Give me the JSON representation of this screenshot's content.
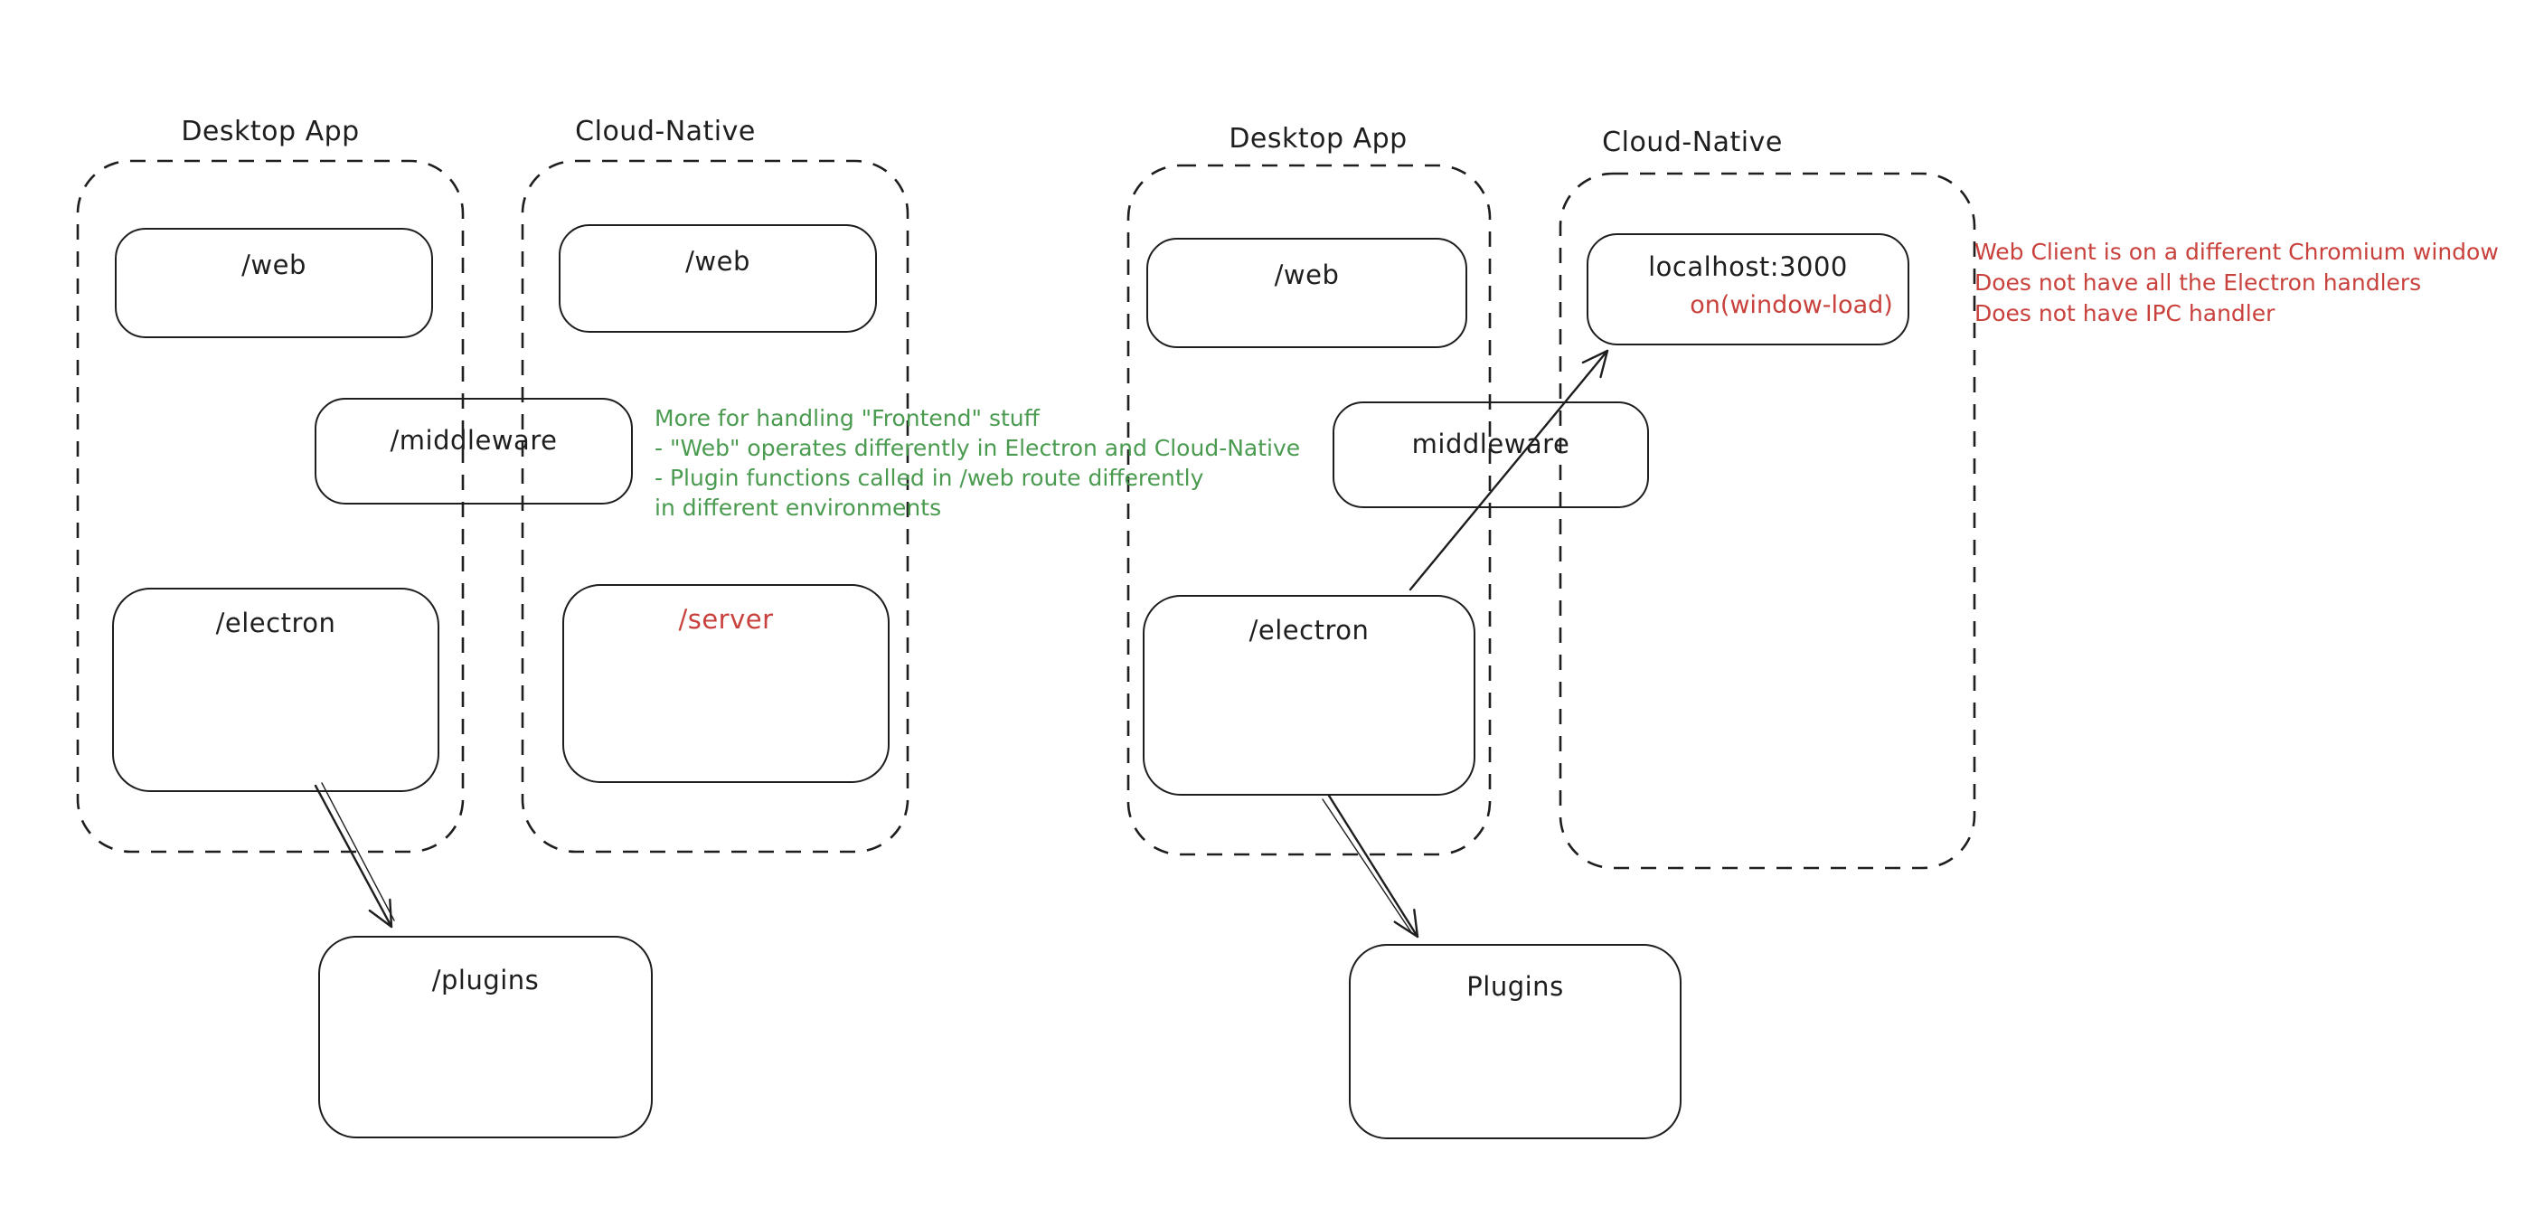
{
  "colors": {
    "stroke": "#1e1e1e",
    "green": "#4a9b50",
    "red": "#c9413c",
    "bg": "#ffffff"
  },
  "left_diagram": {
    "desktop_title": "Desktop App",
    "cloud_title": "Cloud-Native",
    "web_desktop": "/web",
    "web_cloud": "/web",
    "middleware": "/middleware",
    "electron": "/electron",
    "server": "/server",
    "plugins": "/plugins"
  },
  "right_diagram": {
    "desktop_title": "Desktop App",
    "cloud_title": "Cloud-Native",
    "web": "/web",
    "localhost": "localhost:3000",
    "window_load": "on(window-load)",
    "middleware": "middleware",
    "electron": "/electron",
    "plugins": "Plugins"
  },
  "notes": {
    "green": {
      "lines": [
        "More for handling \"Frontend\" stuff",
        "- \"Web\" operates differently in Electron and Cloud-Native",
        "- Plugin functions called in /web route differently",
        "in different environments"
      ]
    },
    "red": {
      "lines": [
        "Web Client is on a different Chromium window",
        "Does not have all the Electron handlers",
        "Does not have IPC handler"
      ]
    }
  }
}
